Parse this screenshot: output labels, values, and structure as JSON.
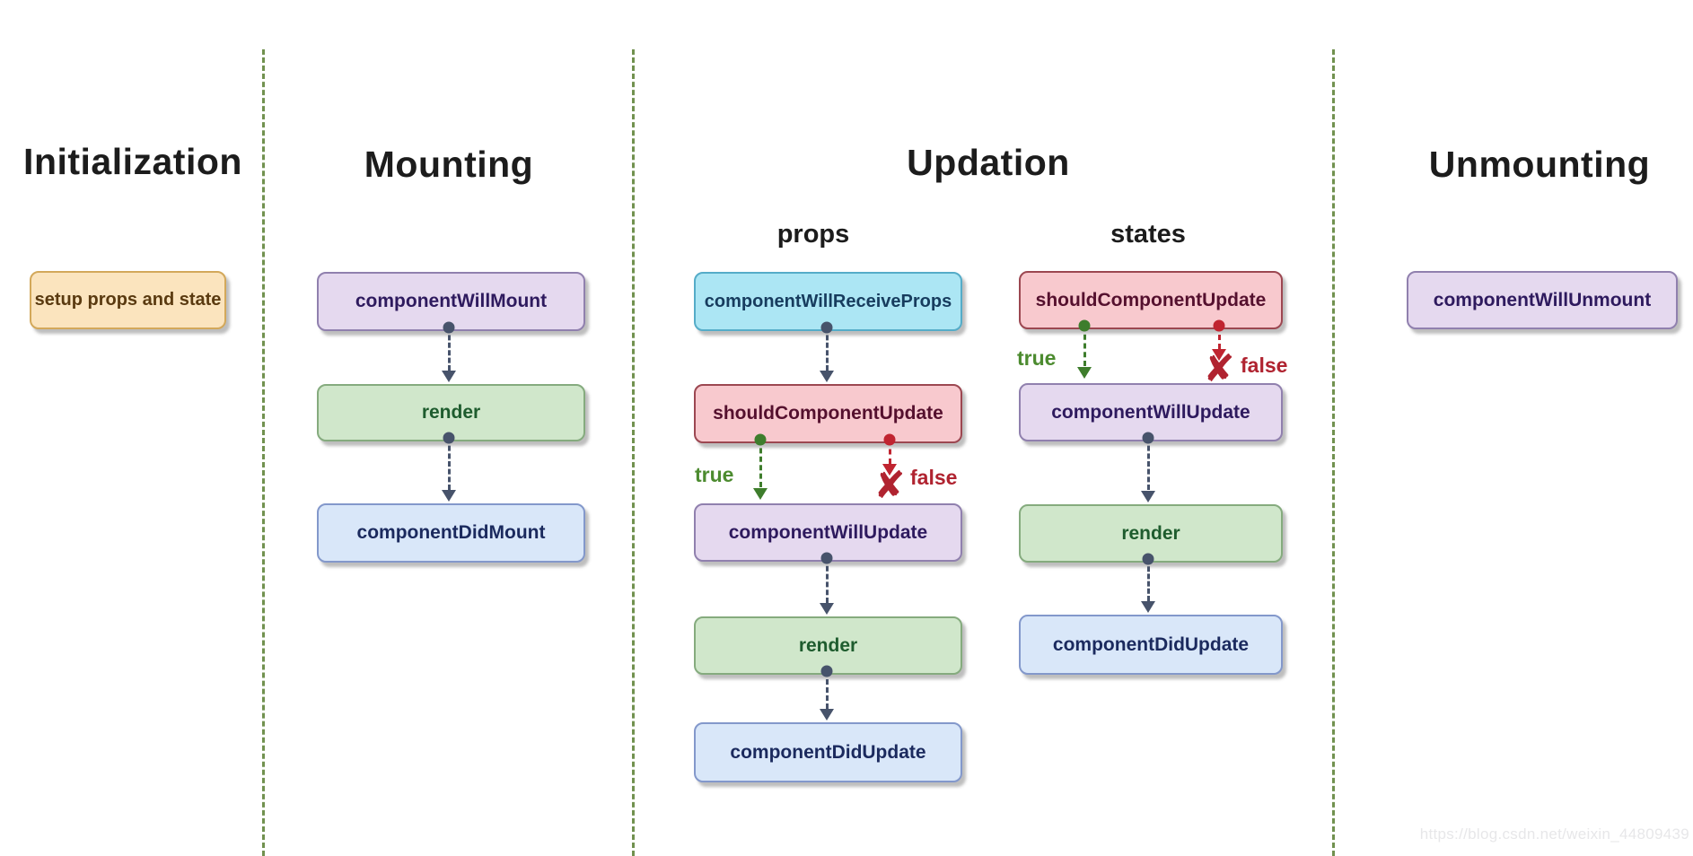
{
  "sections": {
    "initialization": {
      "title": "Initialization"
    },
    "mounting": {
      "title": "Mounting"
    },
    "updation": {
      "title": "Updation",
      "columns": {
        "props": "props",
        "states": "states"
      }
    },
    "unmounting": {
      "title": "Unmounting"
    }
  },
  "nodes": {
    "setup_props_and_state": {
      "label": "setup props and state",
      "color": "orange"
    },
    "mounting_component_will_mount": {
      "label": "componentWillMount",
      "color": "purple"
    },
    "mounting_render": {
      "label": "render",
      "color": "green"
    },
    "mounting_component_did_mount": {
      "label": "componentDidMount",
      "color": "blue"
    },
    "props_component_will_receive_props": {
      "label": "componentWillReceiveProps",
      "color": "cyan"
    },
    "props_should_component_update": {
      "label": "shouldComponentUpdate",
      "color": "red"
    },
    "props_component_will_update": {
      "label": "componentWillUpdate",
      "color": "purple"
    },
    "props_render": {
      "label": "render",
      "color": "green"
    },
    "props_component_did_update": {
      "label": "componentDidUpdate",
      "color": "blue"
    },
    "states_should_component_update": {
      "label": "shouldComponentUpdate",
      "color": "red"
    },
    "states_component_will_update": {
      "label": "componentWillUpdate",
      "color": "purple"
    },
    "states_render": {
      "label": "render",
      "color": "green"
    },
    "states_component_did_update": {
      "label": "componentDidUpdate",
      "color": "blue"
    },
    "unmounting_component_will_unmount": {
      "label": "componentWillUnmount",
      "color": "purple"
    }
  },
  "branch_labels": {
    "true": "true",
    "false": "false"
  },
  "icons": {
    "false_x": "✘"
  },
  "watermark": "https://blog.csdn.net/weixin_44809439",
  "colors": {
    "orange_fill": "#FBE4BE",
    "orange_border": "#D3A85A",
    "orange_text": "#5A3A10",
    "purple_fill": "#E5D9EF",
    "purple_border": "#9080AE",
    "purple_text": "#2E1A5E",
    "green_fill": "#D0E7CB",
    "green_border": "#85AB7E",
    "green_text": "#1E5C2E",
    "blue_fill": "#D9E7F9",
    "blue_border": "#8398CB",
    "blue_text": "#1B2A5E",
    "cyan_fill": "#ACE6F4",
    "cyan_border": "#55ACC8",
    "cyan_text": "#173C5E",
    "red_fill": "#F8C9CE",
    "red_border": "#9C4751",
    "red_text": "#55102E",
    "true_label": "#4C8B2F",
    "false_label": "#B02330",
    "connector": "#47536B",
    "divider": "#71914F"
  }
}
